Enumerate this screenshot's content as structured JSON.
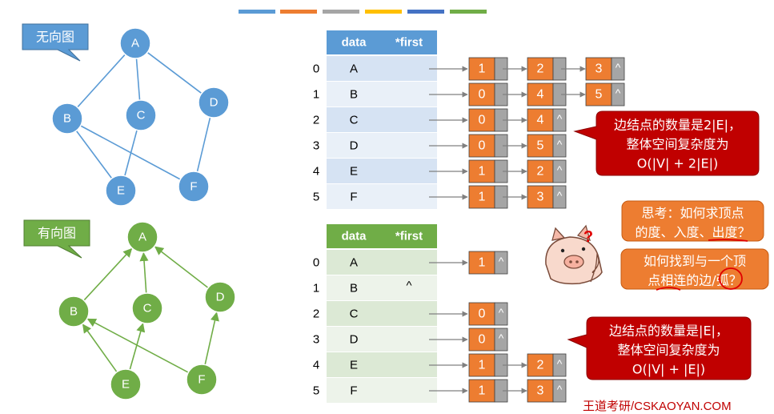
{
  "decor_bars": [
    {
      "color": "#5b9bd5"
    },
    {
      "color": "#ed7d31"
    },
    {
      "color": "#a5a5a5"
    },
    {
      "color": "#ffc000"
    },
    {
      "color": "#4472c4"
    },
    {
      "color": "#70ad47"
    }
  ],
  "undirected": {
    "label": "无向图",
    "node_color": "#5b9bd5",
    "nodes": [
      "A",
      "B",
      "C",
      "D",
      "E",
      "F"
    ],
    "edges": [
      [
        "A",
        "B"
      ],
      [
        "A",
        "C"
      ],
      [
        "A",
        "D"
      ],
      [
        "B",
        "E"
      ],
      [
        "B",
        "F"
      ],
      [
        "C",
        "E"
      ],
      [
        "D",
        "F"
      ]
    ]
  },
  "directed": {
    "label": "有向图",
    "node_color": "#70ad47",
    "nodes": [
      "A",
      "B",
      "C",
      "D",
      "E",
      "F"
    ],
    "arcs": [
      [
        "B",
        "A"
      ],
      [
        "C",
        "A"
      ],
      [
        "D",
        "A"
      ],
      [
        "E",
        "B"
      ],
      [
        "E",
        "C"
      ],
      [
        "F",
        "B"
      ],
      [
        "F",
        "D"
      ]
    ]
  },
  "table1": {
    "headers": [
      "data",
      "*first"
    ],
    "header_color": "#5b9bd5",
    "indices": [
      "0",
      "1",
      "2",
      "3",
      "4",
      "5"
    ],
    "data": [
      "A",
      "B",
      "C",
      "D",
      "E",
      "F"
    ],
    "first": [
      "",
      "",
      "",
      "",
      "",
      ""
    ],
    "lists": [
      [
        {
          "v": "1",
          "n": ""
        },
        {
          "v": "2",
          "n": ""
        },
        {
          "v": "3",
          "n": "^"
        }
      ],
      [
        {
          "v": "0",
          "n": ""
        },
        {
          "v": "4",
          "n": ""
        },
        {
          "v": "5",
          "n": "^"
        }
      ],
      [
        {
          "v": "0",
          "n": ""
        },
        {
          "v": "4",
          "n": "^"
        }
      ],
      [
        {
          "v": "0",
          "n": ""
        },
        {
          "v": "5",
          "n": "^"
        }
      ],
      [
        {
          "v": "1",
          "n": ""
        },
        {
          "v": "2",
          "n": "^"
        }
      ],
      [
        {
          "v": "1",
          "n": ""
        },
        {
          "v": "3",
          "n": "^"
        }
      ]
    ]
  },
  "table2": {
    "headers": [
      "data",
      "*first"
    ],
    "header_color": "#70ad47",
    "indices": [
      "0",
      "1",
      "2",
      "3",
      "4",
      "5"
    ],
    "data": [
      "A",
      "B",
      "C",
      "D",
      "E",
      "F"
    ],
    "first": [
      "",
      "^",
      "",
      "",
      "",
      ""
    ],
    "lists": [
      [
        {
          "v": "1",
          "n": "^"
        }
      ],
      [],
      [
        {
          "v": "0",
          "n": "^"
        }
      ],
      [
        {
          "v": "0",
          "n": "^"
        }
      ],
      [
        {
          "v": "1",
          "n": ""
        },
        {
          "v": "2",
          "n": "^"
        }
      ],
      [
        {
          "v": "1",
          "n": ""
        },
        {
          "v": "3",
          "n": "^"
        }
      ]
    ]
  },
  "note1": [
    "边结点的数量是2|E|，",
    "整体空间复杂度为",
    "O(|V| + 2|E|)"
  ],
  "note2": [
    "边结点的数量是|E|，",
    "整体空间复杂度为",
    "O(|V| + |E|)"
  ],
  "think1": [
    "思考：如何求顶点",
    "的度、入度、出度？"
  ],
  "think2": [
    "如何找到与一个顶",
    "点相连的边/弧？"
  ],
  "pig_mark": "?",
  "watermark": "王道考研/CSKAOYAN.COM"
}
